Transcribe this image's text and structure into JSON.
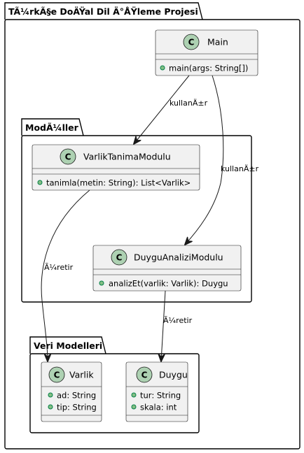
{
  "packages": {
    "outer": {
      "title": "TÃ¼rkÃ§e DoÄŸal Dil Ä°ÅŸleme Projesi"
    },
    "moduller": {
      "title": "ModÃ¼ller"
    },
    "veri": {
      "title": "Veri Modelleri"
    }
  },
  "classes": {
    "main": {
      "name": "Main",
      "members": [
        "main(args: String[])"
      ]
    },
    "varlik_tanima": {
      "name": "VarlikTanimaModulu",
      "members": [
        "tanimla(metin: String): List<Varlik>"
      ]
    },
    "duygu_analizi": {
      "name": "DuyguAnaliziModulu",
      "members": [
        "analizEt(varlik: Varlik): Duygu"
      ]
    },
    "varlik": {
      "name": "Varlik",
      "members": [
        "ad: String",
        "tip: String"
      ]
    },
    "duygu": {
      "name": "Duygu",
      "members": [
        "tur: String",
        "skala: int"
      ]
    }
  },
  "edges": {
    "main_to_varlik_tanima": {
      "label": "kullanÄ±r"
    },
    "main_to_duygu_analizi": {
      "label": "kullanÄ±r"
    },
    "varlik_tanima_to_varlik": {
      "label": "Ã¼retir"
    },
    "duygu_analizi_to_duygu": {
      "label": "Ã¼retir"
    }
  },
  "colors": {
    "class_fill": "#f1f1f1",
    "class_spot": "#add1b2",
    "visibility_dot": "#84be84"
  },
  "icons": {
    "class_spot": "class-c-icon",
    "visibility": "public-method-icon"
  }
}
